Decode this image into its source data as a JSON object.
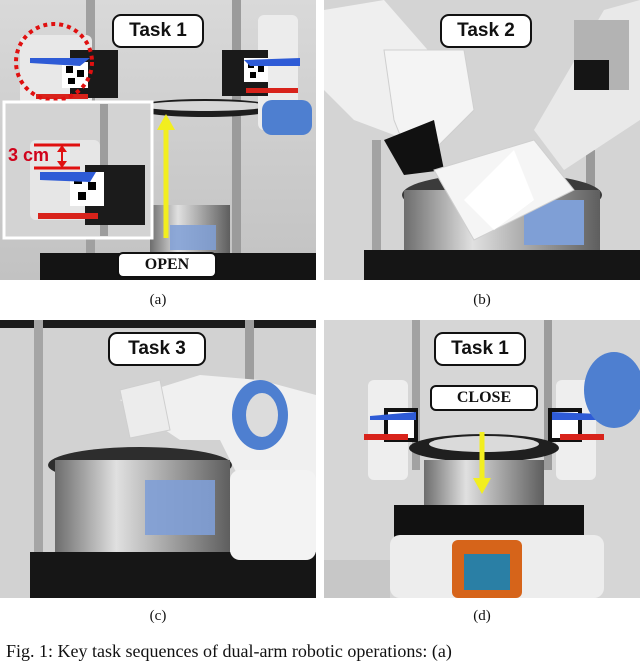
{
  "panels": [
    {
      "id": "a",
      "task_label": "Task 1",
      "operation_label": "OPEN",
      "inset_label": "3 cm",
      "sublabel": "(a)"
    },
    {
      "id": "b",
      "task_label": "Task 2",
      "sublabel": "(b)"
    },
    {
      "id": "c",
      "task_label": "Task 3",
      "sublabel": "(c)"
    },
    {
      "id": "d",
      "task_label": "Task 1",
      "operation_label": "CLOSE",
      "sublabel": "(d)"
    }
  ],
  "caption": "Fig. 1: Key task sequences of dual-arm robotic operations: (a)",
  "colors": {
    "arrow": "#f2ee1f",
    "highlight": "#e01010",
    "aruco_bg": "#ffffff",
    "robot_blue": "#4e7fd0"
  }
}
